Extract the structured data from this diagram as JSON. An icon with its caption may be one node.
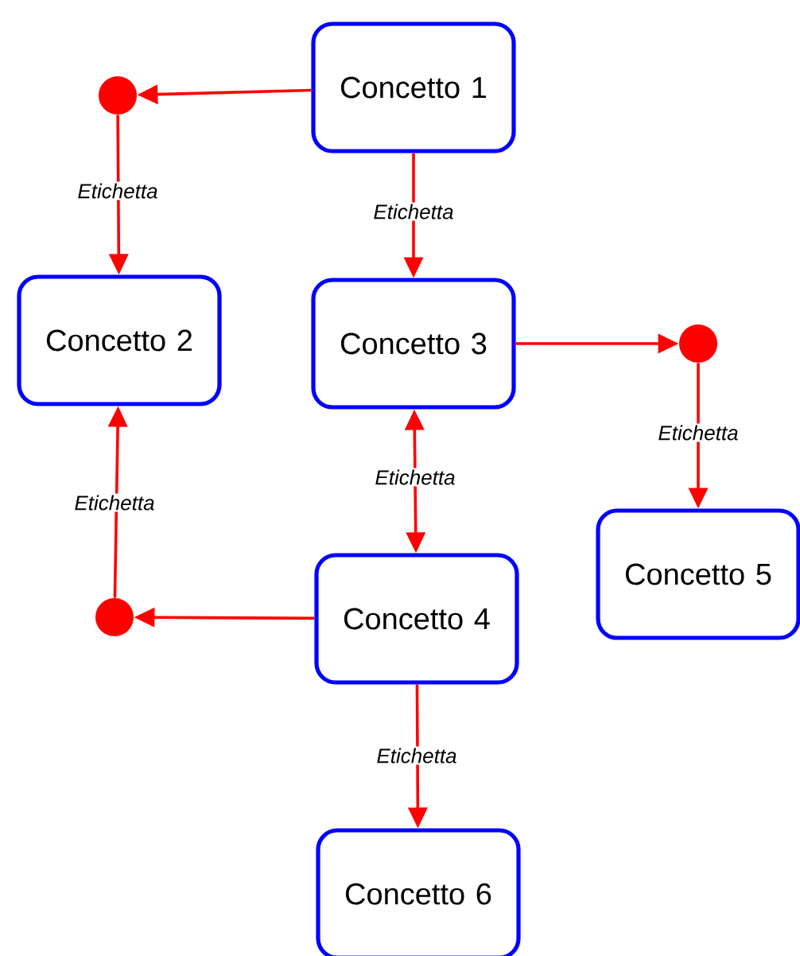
{
  "diagram": {
    "nodes": [
      {
        "text": [
          "Concetto 1"
        ]
      },
      {
        "text": [],
        "shape": "circle"
      },
      {
        "text": [
          "Concetto 2"
        ]
      },
      {
        "text": [
          "Concetto 3"
        ]
      },
      {
        "text": [],
        "shape": "circle"
      },
      {
        "text": [
          "Concetto 5"
        ]
      },
      {
        "text": [
          "Concetto 4"
        ]
      },
      {
        "text": [],
        "shape": "circle"
      },
      {
        "text": [
          "Concetto 6"
        ]
      }
    ],
    "edges": [
      {
        "from": 0,
        "to": 1,
        "arrow": "to"
      },
      {
        "from": 1,
        "to": 2,
        "arrow": "to",
        "label": "Etichetta"
      },
      {
        "from": 0,
        "to": 3,
        "arrow": "to",
        "label": "Etichetta"
      },
      {
        "from": 3,
        "to": 4,
        "arrow": "to"
      },
      {
        "from": 4,
        "to": 5,
        "arrow": "to",
        "label": "Etichetta"
      },
      {
        "from": 3,
        "to": 6,
        "arrow": "both",
        "label": "Etichetta"
      },
      {
        "from": 6,
        "to": 7,
        "arrow": "to"
      },
      {
        "from": 7,
        "to": 2,
        "arrow": "to",
        "label": "Etichetta"
      },
      {
        "from": 6,
        "to": 8,
        "arrow": "to",
        "label": "Etichetta"
      }
    ]
  }
}
